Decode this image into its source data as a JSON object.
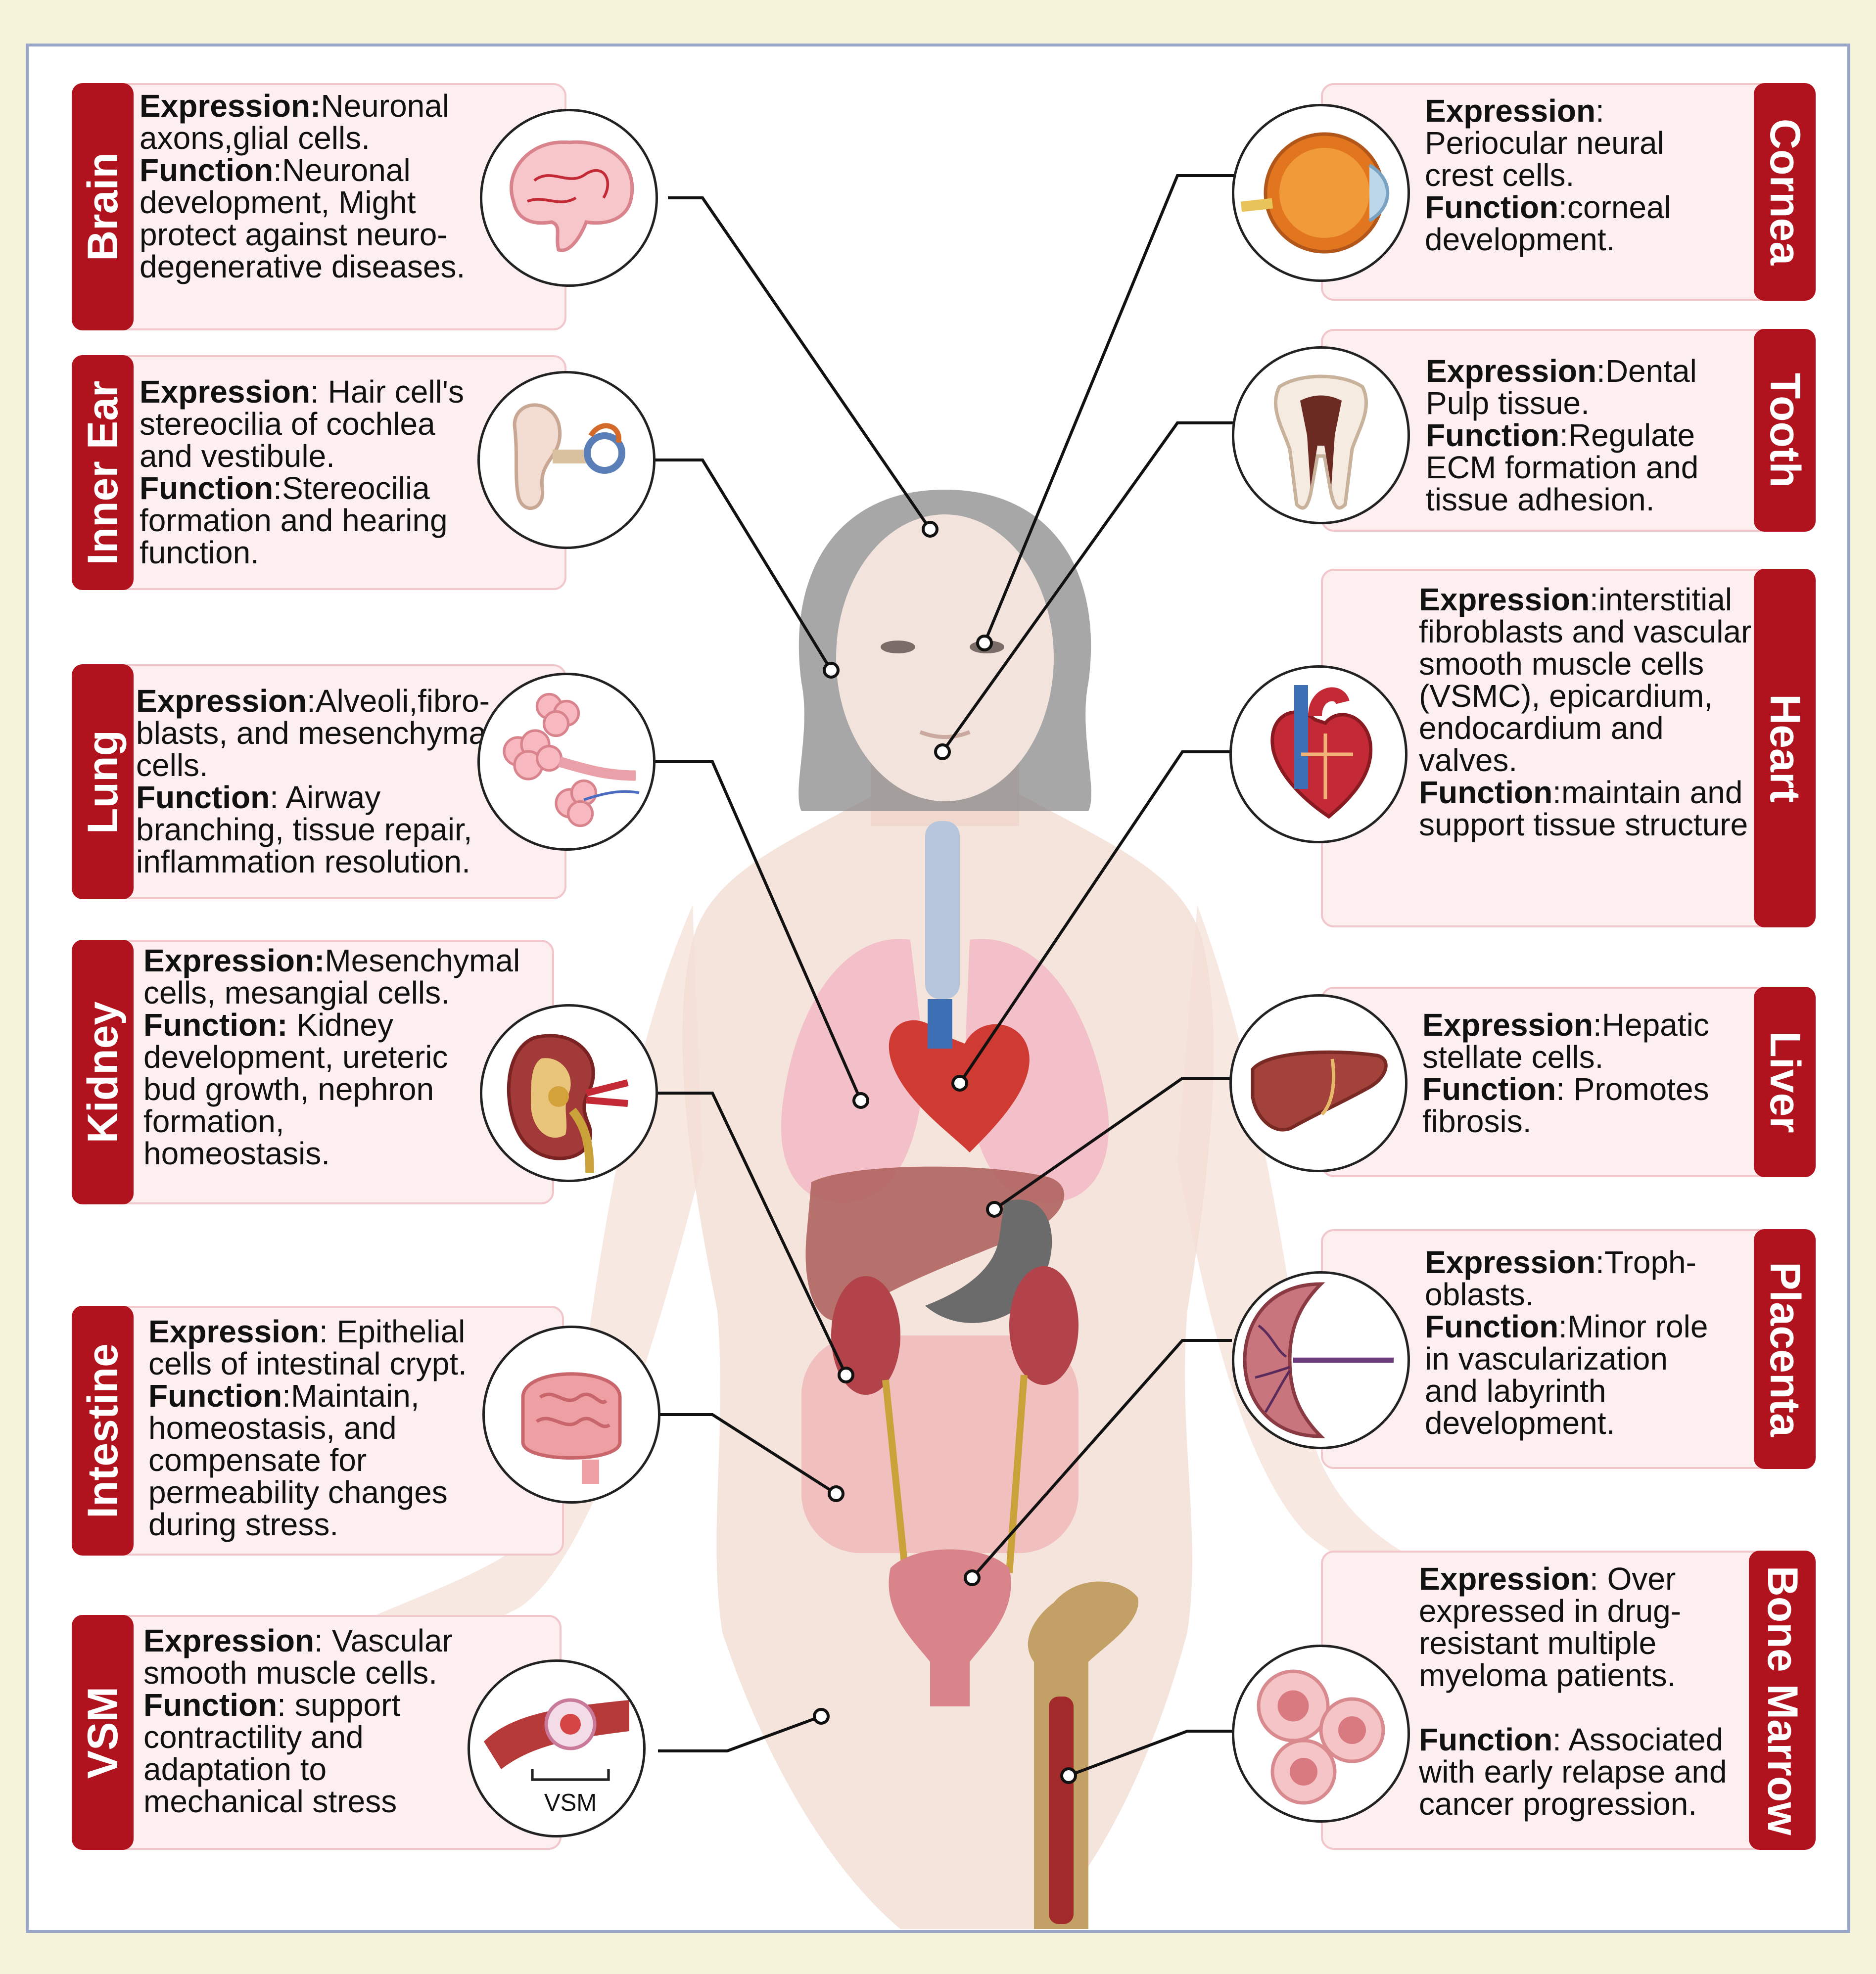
{
  "colors": {
    "tab": "#b0131d",
    "card": "#fdeef0",
    "card_border": "#f1c7cc",
    "frame": "#9aa6c8",
    "background": "#f5f3d8"
  },
  "organs": {
    "brain": {
      "tab": "Brain",
      "expression_label": "Expression:",
      "expression": "Neuronal axons,glial cells.",
      "function_label": "Function",
      "function": ":Neuronal development, Might protect against neuro-degenerative diseases.",
      "icon": "brain-icon"
    },
    "inner_ear": {
      "tab": "Inner Ear",
      "expression_label": "Expression",
      "expression": ": Hair cell's stereocilia of cochlea and vestibule.",
      "function_label": "Function",
      "function": ":Stereocilia formation and hearing function.",
      "icon": "ear-icon"
    },
    "lung": {
      "tab": "Lung",
      "expression_label": "Expression",
      "expression": ":Alveoli,fibro-blasts, and mesenchymal cells.",
      "function_label": "Function",
      "function": ": Airway branching, tissue repair, inflammation resolution.",
      "icon": "lung-alveoli-icon"
    },
    "kidney": {
      "tab": "Kidney",
      "expression_label": "Expression:",
      "expression": "Mesenchymal cells, mesangial cells.",
      "function_label": "Function:",
      "function": " Kidney development, ureteric bud growth, nephron formation, homeostasis.",
      "icon": "kidney-icon"
    },
    "intestine": {
      "tab": "Intestine",
      "expression_label": "Expression",
      "expression": ": Epithelial cells of intestinal crypt.",
      "function_label": "Function",
      "function": ":Maintain, homeostasis, and compensate for permeability changes during stress.",
      "icon": "intestine-icon"
    },
    "vsm": {
      "tab": "VSM",
      "expression_label": "Expression",
      "expression": ": Vascular smooth muscle cells.",
      "function_label": "Function",
      "function": ": support contractility and adaptation to mechanical stress",
      "icon": "blood-vessel-icon",
      "icon_label": "VSM"
    },
    "cornea": {
      "tab": "Cornea",
      "expression_label": "Expression",
      "expression": ": Periocular neural crest cells.",
      "function_label": "Function",
      "function": ":corneal development.",
      "icon": "eye-icon"
    },
    "tooth": {
      "tab": "Tooth",
      "expression_label": "Expression",
      "expression": ":Dental Pulp tissue.",
      "function_label": "Function",
      "function": ":Regulate ECM formation and tissue adhesion.",
      "icon": "tooth-icon"
    },
    "heart": {
      "tab": "Heart",
      "expression_label": "Expression",
      "expression": ":interstitial fibroblasts and vascular smooth muscle cells (VSMC), epicardium, endocardium and valves.",
      "function_label": "Function",
      "function": ":maintain and support tissue structure",
      "icon": "heart-icon"
    },
    "liver": {
      "tab": "Liver",
      "expression_label": "Expression",
      "expression": ":Hepatic stellate cells.",
      "function_label": "Function",
      "function": ": Promotes fibrosis.",
      "icon": "liver-icon"
    },
    "placenta": {
      "tab": "Placenta",
      "expression_label": "Expression",
      "expression": ":Troph-oblasts.",
      "function_label": "Function",
      "function": ":Minor role in vascularization and labyrinth development.",
      "icon": "placenta-icon"
    },
    "bone_marrow": {
      "tab": "Bone Marrow",
      "expression_label": "Expression",
      "expression": ": Over expressed in drug-resistant multiple myeloma patients.",
      "function_label": "Function",
      "function": ": Associated with early relapse and cancer progression.",
      "icon": "myeloma-cells-icon"
    }
  }
}
